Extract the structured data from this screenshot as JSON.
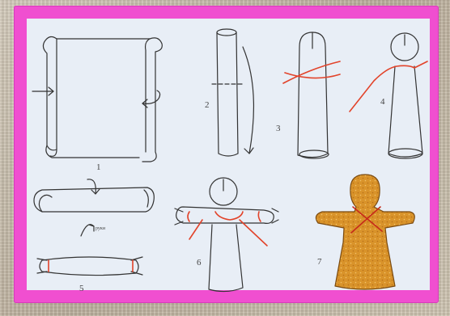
{
  "steps": [
    "1",
    "2",
    "3",
    "4",
    "5",
    "6",
    "7"
  ],
  "arm_label": "руки",
  "colors": {
    "frame": "#f04fd0",
    "panel": "#e8eef6",
    "thread": "#e2432a",
    "doll_fabric": "#d9932a"
  }
}
